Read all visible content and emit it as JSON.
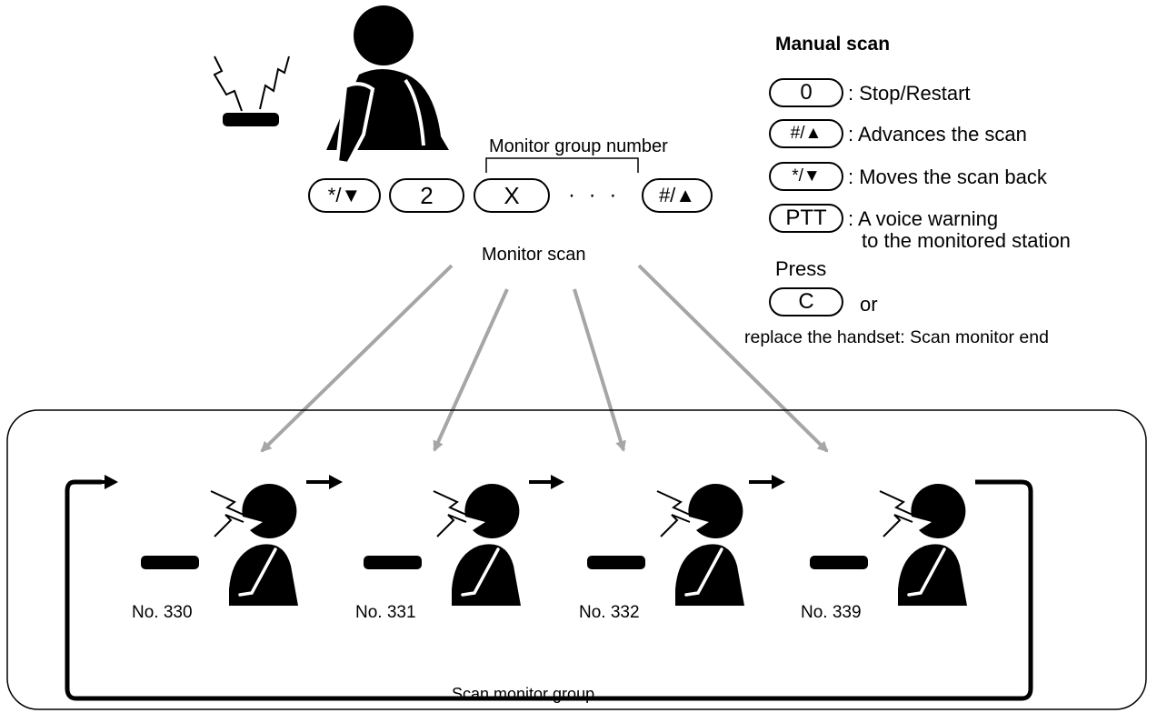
{
  "operator": {
    "keys": [
      "*/▼",
      "2",
      "X",
      "#/▲"
    ],
    "ellipsis": "· · ·",
    "group_number_label": "Monitor group number",
    "scan_label": "Monitor scan"
  },
  "manual_scan": {
    "title": "Manual scan",
    "items": [
      {
        "key": "0",
        "desc": ": Stop/Restart"
      },
      {
        "key": "#/▲",
        "desc": ": Advances the scan"
      },
      {
        "key": "*/▼",
        "desc": ": Moves the scan back"
      },
      {
        "key": "PTT",
        "desc": ": A voice warning",
        "desc2": "to the monitored station"
      }
    ],
    "press_label": "Press",
    "end_key": "C",
    "or_label": "or",
    "end_text": "replace the handset: Scan monitor end"
  },
  "stations": [
    "No. 330",
    "No. 331",
    "No. 332",
    "No. 339"
  ],
  "group_label": "Scan monitor group"
}
